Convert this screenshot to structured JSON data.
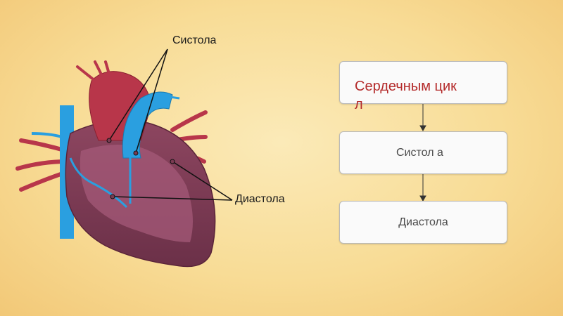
{
  "labels": {
    "systole": "Систола",
    "diastole": "Диастола"
  },
  "flowchart": {
    "boxes": [
      "Сердечным цикл",
      "Систол а",
      "Диастола"
    ]
  },
  "colors": {
    "background": "#f8dc96",
    "box_fill": "#fafafa",
    "box_title_text": "#b42b2b",
    "box_text": "#4a4a4a",
    "artery_red": "#b8364a",
    "vein_blue": "#2a9fe0",
    "heart_muscle": "#7a3b52"
  }
}
